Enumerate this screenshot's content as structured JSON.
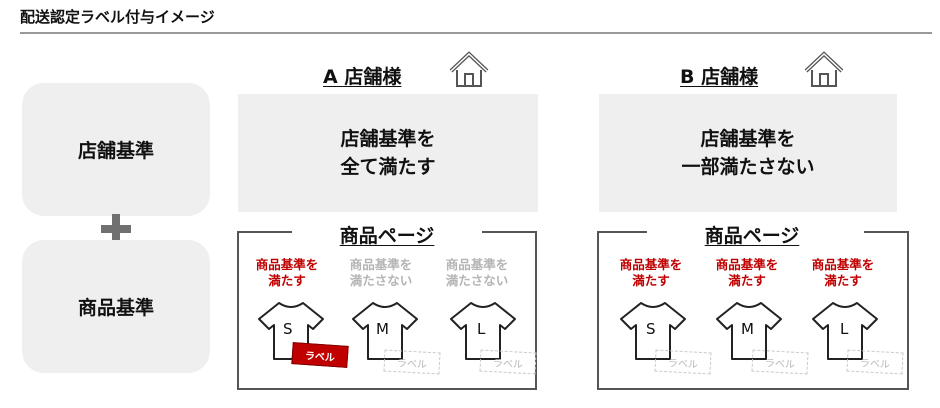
{
  "title": "配送認定ラベル付与イメージ",
  "criteria": {
    "store": "店舗基準",
    "product": "商品基準",
    "plus_icon": "plus-icon"
  },
  "stores": [
    {
      "name": "A 店舗様",
      "icon": "house-icon",
      "status_line1": "店舗基準を",
      "status_line2": "全て満たす",
      "page_title": "商品ページ",
      "items": [
        {
          "size": "S",
          "line1": "商品基準を",
          "line2": "満たす",
          "meets": true,
          "label": "ラベル",
          "label_applied": true
        },
        {
          "size": "M",
          "line1": "商品基準を",
          "line2": "満たさない",
          "meets": false,
          "label": "ラベル",
          "label_applied": false
        },
        {
          "size": "L",
          "line1": "商品基準を",
          "line2": "満たさない",
          "meets": false,
          "label": "ラベル",
          "label_applied": false
        }
      ]
    },
    {
      "name": "B 店舗様",
      "icon": "house-icon",
      "status_line1": "店舗基準を",
      "status_line2": "一部満たさない",
      "page_title": "商品ページ",
      "items": [
        {
          "size": "S",
          "line1": "商品基準を",
          "line2": "満たす",
          "meets": true,
          "label": "ラベル",
          "label_applied": false
        },
        {
          "size": "M",
          "line1": "商品基準を",
          "line2": "満たす",
          "meets": true,
          "label": "ラベル",
          "label_applied": false
        },
        {
          "size": "L",
          "line1": "商品基準を",
          "line2": "満たす",
          "meets": true,
          "label": "ラベル",
          "label_applied": false
        }
      ]
    }
  ],
  "colors": {
    "accent_red": "#c00000",
    "box_grey": "#efefef",
    "muted_text": "#b5b5b5"
  }
}
